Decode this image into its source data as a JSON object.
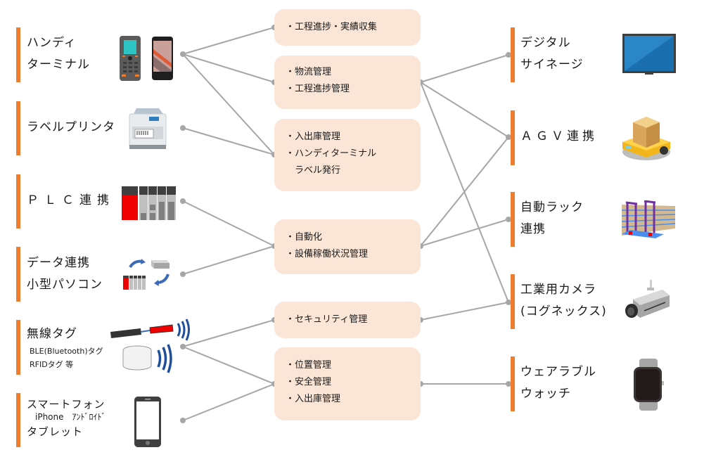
{
  "colors": {
    "accent_bar": "#ed7d31",
    "box_fill": "#fbe5d6",
    "connector": "#a6a6a6"
  },
  "left_devices": [
    {
      "id": "handy",
      "lines": [
        "ハンディ",
        "ターミナル"
      ],
      "icon": "handheld-terminal-and-smartphone-icon"
    },
    {
      "id": "printer",
      "lines": [
        "ラベルプリンタ"
      ],
      "icon": "label-printer-icon"
    },
    {
      "id": "plc",
      "lines": [
        "ＰＬＣ連携"
      ],
      "icon": "plc-unit-icon"
    },
    {
      "id": "datapc",
      "lines": [
        "データ連携",
        "小型パソコン"
      ],
      "icon": "data-sync-pc-icon"
    },
    {
      "id": "wireless",
      "lines": [
        "無線タグ"
      ],
      "sub": [
        "BLE(Bluetooth)タグ",
        "RFIDタグ 等"
      ],
      "icon": "wireless-tag-icon"
    },
    {
      "id": "smartphone",
      "lines": [
        "スマートフォン",
        "iPhone　ｱﾝﾄﾞﾛｲﾄﾞ",
        "タブレット"
      ],
      "icon": "smartphone-icon"
    }
  ],
  "functions": [
    {
      "id": "f1",
      "items": [
        "・工程進捗・実績収集"
      ]
    },
    {
      "id": "f2",
      "items": [
        "・物流管理",
        "・工程進捗管理"
      ]
    },
    {
      "id": "f3",
      "items": [
        "・入出庫管理",
        "・ハンディターミナル",
        "　ラベル発行"
      ]
    },
    {
      "id": "f4",
      "items": [
        "・自動化",
        "・設備稼働状況管理"
      ]
    },
    {
      "id": "f5",
      "items": [
        "・セキュリティ管理"
      ]
    },
    {
      "id": "f6",
      "items": [
        "・位置管理",
        "・安全管理",
        "・入出庫管理"
      ]
    }
  ],
  "right_devices": [
    {
      "id": "signage",
      "lines": [
        "デジタル",
        "サイネージ"
      ],
      "icon": "digital-signage-monitor-icon"
    },
    {
      "id": "agv",
      "lines": [
        "ＡＧＶ連携"
      ],
      "icon": "agv-robot-icon"
    },
    {
      "id": "rack",
      "lines": [
        "自動ラック",
        "連携"
      ],
      "icon": "automated-rack-icon"
    },
    {
      "id": "camera",
      "lines": [
        "工業用カメラ",
        "(コグネックス)"
      ],
      "icon": "industrial-camera-icon"
    },
    {
      "id": "watch",
      "lines": [
        "ウェアラブル",
        "ウォッチ"
      ],
      "icon": "smartwatch-icon"
    }
  ],
  "connections": [
    [
      "handy",
      "f1"
    ],
    [
      "handy",
      "f2"
    ],
    [
      "handy",
      "f3"
    ],
    [
      "printer",
      "f3"
    ],
    [
      "plc",
      "f4"
    ],
    [
      "datapc",
      "f4"
    ],
    [
      "wireless",
      "f5"
    ],
    [
      "wireless",
      "f6"
    ],
    [
      "smartphone",
      "f6"
    ],
    [
      "f2",
      "signage"
    ],
    [
      "f2",
      "agv"
    ],
    [
      "f2",
      "camera"
    ],
    [
      "f4",
      "agv"
    ],
    [
      "f4",
      "rack"
    ],
    [
      "f5",
      "camera"
    ],
    [
      "f6",
      "watch"
    ]
  ]
}
